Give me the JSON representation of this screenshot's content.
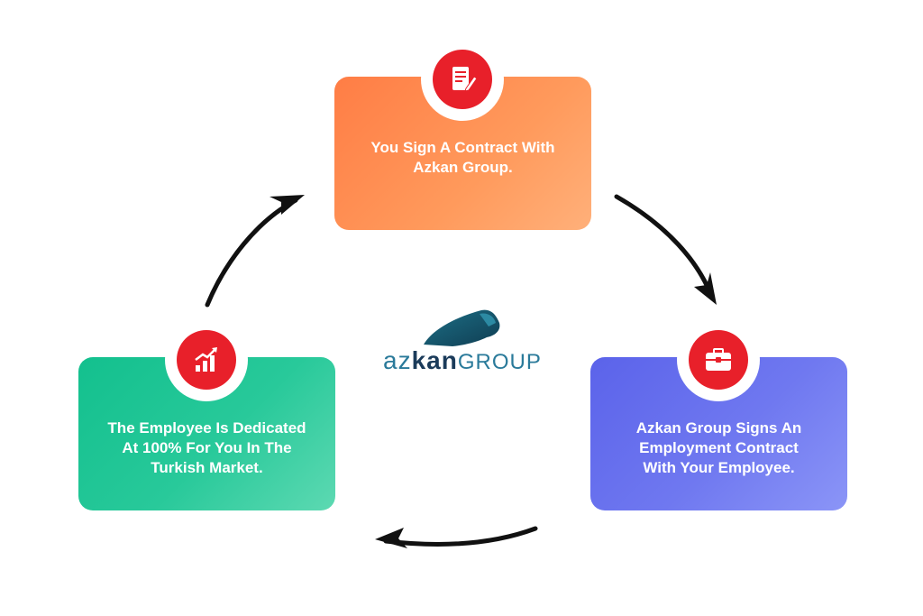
{
  "steps": [
    {
      "text": "You Sign A Contract With\nAzkan Group.",
      "icon": "contract-icon",
      "color": "#ff8a50"
    },
    {
      "text": "Azkan Group Signs An\nEmployment Contract\nWith Your Employee.",
      "icon": "briefcase-icon",
      "color": "#6a72ee"
    },
    {
      "text": "The Employee Is Dedicated\nAt 100% For You In The\nTurkish Market.",
      "icon": "growth-chart-icon",
      "color": "#22c597"
    }
  ],
  "logo": {
    "part1": "az",
    "part2": "kan",
    "part3": "GROUP"
  },
  "badge_color": "#e8202a"
}
